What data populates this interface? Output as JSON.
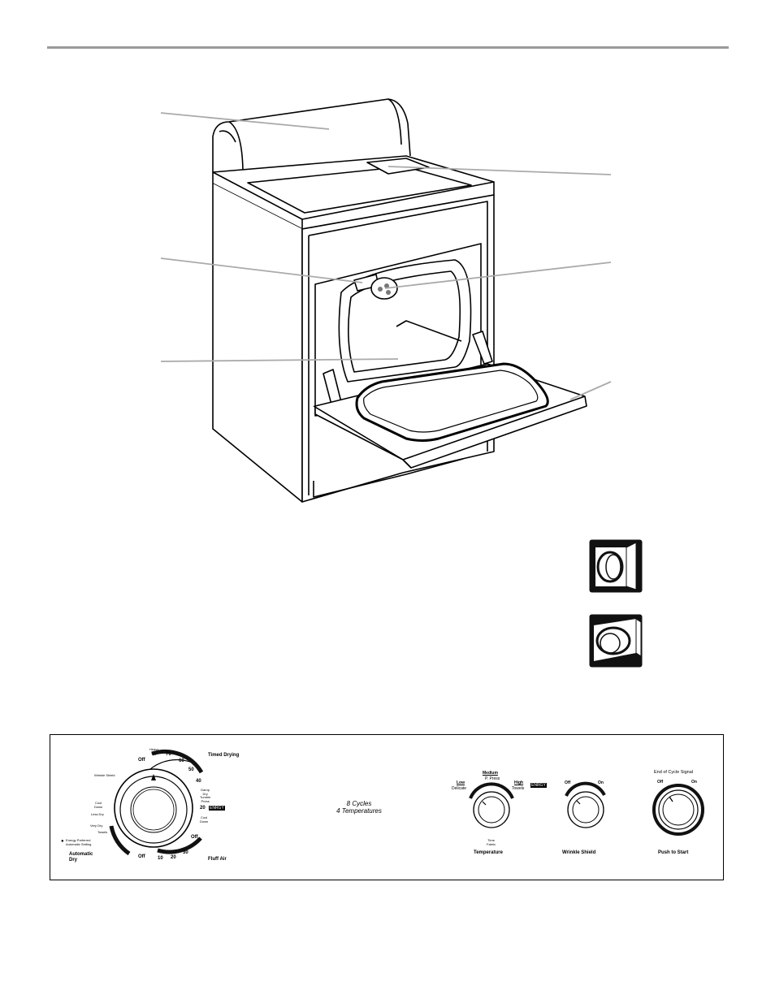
{
  "icons": {
    "door_open_right": "door-opens-right-icon",
    "door_open_down": "door-opens-down-icon"
  },
  "panel": {
    "cycle_dial": {
      "timed_drying": "Timed Drying",
      "automatic_dry": "Automatic\nDry",
      "fluff_air": "Fluff Air",
      "heavy_dry": "Heavy\nDry",
      "wrinkle_shield": "Wrinkle Shield",
      "cool_down_left": "Cool\nDown",
      "less_dry": "Less Dry",
      "very_dry": "Very Dry",
      "towels": "Towels",
      "energy_preferred": "Energy Preferred\nAutomatic Setting",
      "damp_dry": "Damp\nDry\nTumble\nPress",
      "cool_down_right": "Cool\nDown",
      "off_top": "Off",
      "off_right": "Off",
      "off_bottom": "Off",
      "num_70": "70",
      "num_60": "60",
      "num_50": "50",
      "num_40": "40",
      "num_20": "20",
      "num_10": "10",
      "num_20b": "20",
      "num_30": "30",
      "badge": "ENRGY"
    },
    "center_text": "8 Cycles\n4 Temperatures",
    "temperature": {
      "label": "Temperature",
      "low": "Low",
      "delicate": "Delicate",
      "medium": "Medium",
      "p_press": "P. Press",
      "high": "High",
      "towels": "Towels",
      "time_fabric": "Time\nFabric",
      "badge": "ENRGY"
    },
    "wrinkle_shield": {
      "label": "Wrinkle Shield",
      "off": "Off",
      "on": "On"
    },
    "push_to_start": {
      "label": "Push to Start",
      "signal": "End of Cycle Signal",
      "off": "Off",
      "on": "On"
    }
  }
}
